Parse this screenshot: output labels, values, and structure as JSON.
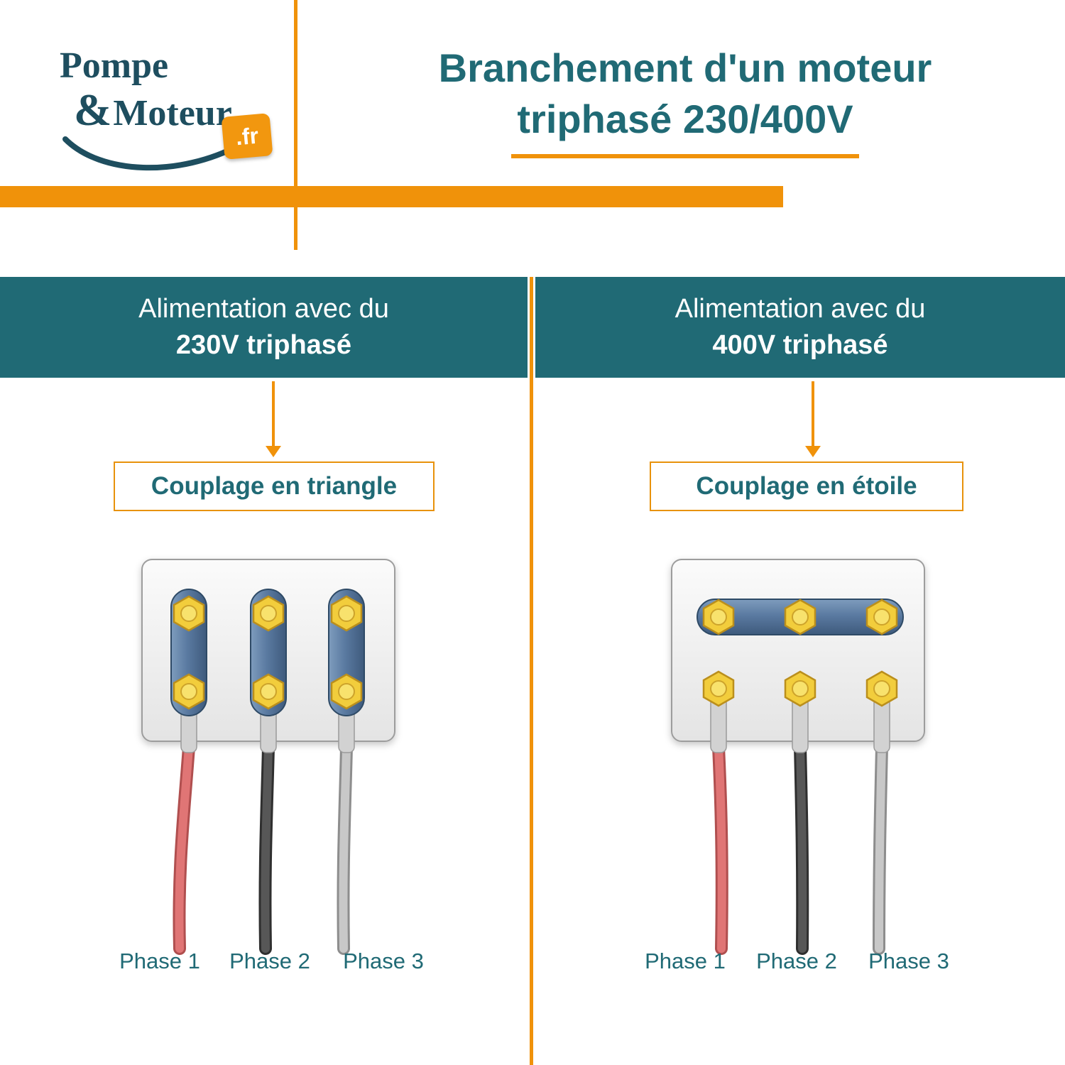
{
  "logo": {
    "word1": "Pompe",
    "ampersand": "&",
    "word2": "Moteur",
    "badge": ".fr"
  },
  "title": {
    "line1": "Branchement d'un moteur",
    "line2": "triphasé 230/400V"
  },
  "panels": [
    {
      "id": "230v",
      "header_line1": "Alimentation avec du",
      "header_line2": "230V triphasé",
      "coupling_label": "Couplage en triangle",
      "phase_labels": [
        "Phase 1",
        "Phase 2",
        "Phase 3"
      ]
    },
    {
      "id": "400v",
      "header_line1": "Alimentation avec du",
      "header_line2": "400V triphasé",
      "coupling_label": "Couplage en étoile",
      "phase_labels": [
        "Phase 1",
        "Phase 2",
        "Phase 3"
      ]
    }
  ],
  "colors": {
    "teal": "#206a75",
    "logo_teal": "#1e4e5f",
    "orange": "#f0920a",
    "terminal_blue": "#5a7aa1",
    "nut_yellow": "#f2cd3c",
    "wire_red": "#d96a6a",
    "wire_dark": "#4d4d4d",
    "wire_light": "#c6c6c6"
  }
}
